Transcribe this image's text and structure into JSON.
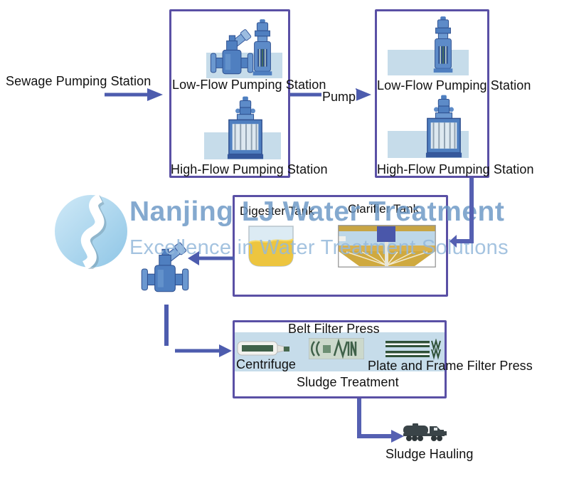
{
  "watermark": {
    "brand": "Nanjing LJ Water Treatment",
    "tagline": "Excellence in Water Treatment Solutions"
  },
  "diagram": {
    "sewage_label": "Sewage Pumping Station",
    "pump_label": "Pump",
    "station1": {
      "low": "Low-Flow Pumping Station",
      "high": "High-Flow Pumping Station"
    },
    "station2": {
      "low": "Low-Flow Pumping Station",
      "high": "High-Flow Pumping Station"
    },
    "tank_box": {
      "digester": "Digester Tank",
      "clarifier": "Clarifier Tank"
    },
    "sludge_box": {
      "belt_filter": "Belt Filter Press",
      "centrifuge": "Centrifuge",
      "plate_frame": "Plate and Frame Filter Press",
      "title": "Sludge Treatment"
    },
    "sludge_hauling_label": "Sludge Hauling"
  },
  "colors": {
    "box_border": "#5a50a5",
    "arrow": "#4d5cae",
    "equipment_band": "#c6dcea",
    "pump_blue": "#4f7fc0",
    "digester_yellow": "#edc53f",
    "clarifier_gold": "#cfa93f",
    "watermark_brand": "#6996c5",
    "watermark_tagline": "#94b8db",
    "truck_dark": "#3a4448"
  }
}
